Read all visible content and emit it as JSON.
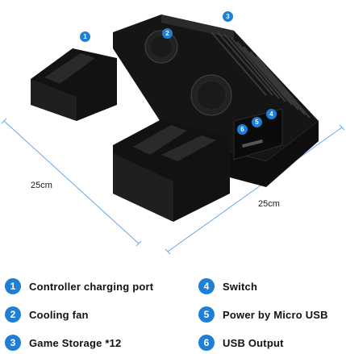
{
  "dimensions": {
    "depth_label": "25cm",
    "width_label": "25cm"
  },
  "callouts": [
    "1",
    "2",
    "3",
    "4",
    "5",
    "6"
  ],
  "legend": [
    {
      "number": "1",
      "text": "Controller charging port"
    },
    {
      "number": "2",
      "text": "Cooling fan"
    },
    {
      "number": "3",
      "text": "Game Storage *12"
    },
    {
      "number": "4",
      "text": "Switch"
    },
    {
      "number": "5",
      "text": "Power by Micro USB"
    },
    {
      "number": "6",
      "text": "USB Output"
    }
  ],
  "colors": {
    "accent": "#1f7fd6",
    "product": "#111111",
    "dimension_line": "#6aa6e8"
  }
}
